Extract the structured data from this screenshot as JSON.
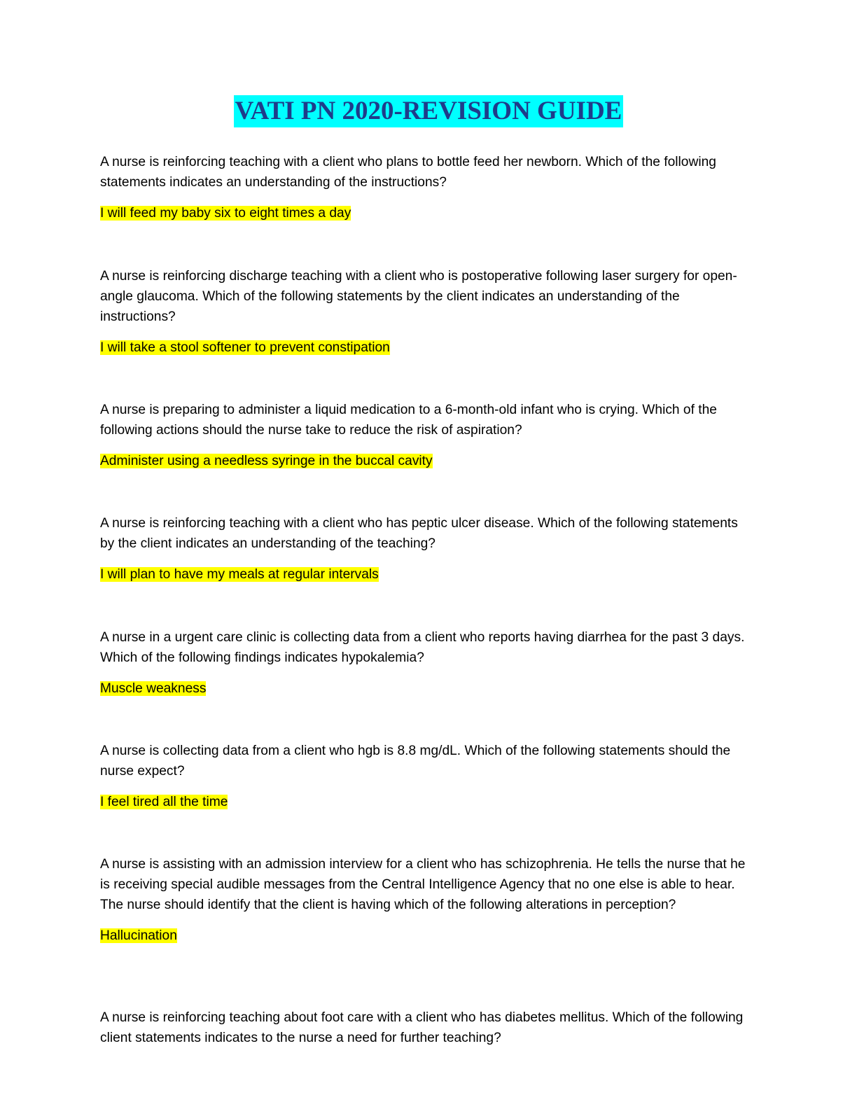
{
  "document": {
    "title": "VATI PN 2020-REVISION GUIDE",
    "colors": {
      "title_highlight": "#00ffff",
      "title_text": "#1f3c8a",
      "answer_highlight": "#ffff00"
    },
    "items": [
      {
        "question": "A nurse is reinforcing teaching with a client who plans to bottle feed her newborn. Which of the following statements indicates an understanding of the instructions?",
        "answer": "I will feed my baby six to eight times a day"
      },
      {
        "question": "A nurse is reinforcing discharge teaching with a client who is postoperative following laser surgery for open-angle glaucoma. Which of the following statements by the client indicates an understanding of the instructions?",
        "answer": "I will take a stool softener to prevent constipation"
      },
      {
        "question": "A nurse is preparing to administer a liquid medication to a 6-month-old infant who is crying. Which of the following actions should the nurse take to reduce the risk of aspiration?",
        "answer": "Administer using a needless syringe in the buccal cavity"
      },
      {
        "question": "A nurse is reinforcing teaching with a client who has peptic ulcer disease. Which of the following statements by the client indicates an understanding of the teaching?",
        "answer": "I will plan to have my meals at regular intervals"
      },
      {
        "question": "A nurse in a urgent care clinic is collecting data from a client who reports having diarrhea for the past 3 days. Which of the following findings indicates hypokalemia?",
        "answer": "Muscle weakness"
      },
      {
        "question": "A nurse is collecting data from a client who hgb is 8.8 mg/dL. Which of the following statements should the nurse expect?",
        "answer": "I feel tired all the time"
      },
      {
        "question": "A nurse is assisting with an admission interview for a client who has schizophrenia. He tells the nurse that he is receiving special audible messages from the Central Intelligence Agency that no one else is able to hear. The nurse should identify that the client is having which of the following alterations in perception?",
        "answer": "Hallucination"
      },
      {
        "question": "A nurse is reinforcing teaching about foot care with a client who has diabetes mellitus. Which of the following client statements indicates to the nurse a need for further teaching?",
        "answer": ""
      }
    ]
  }
}
